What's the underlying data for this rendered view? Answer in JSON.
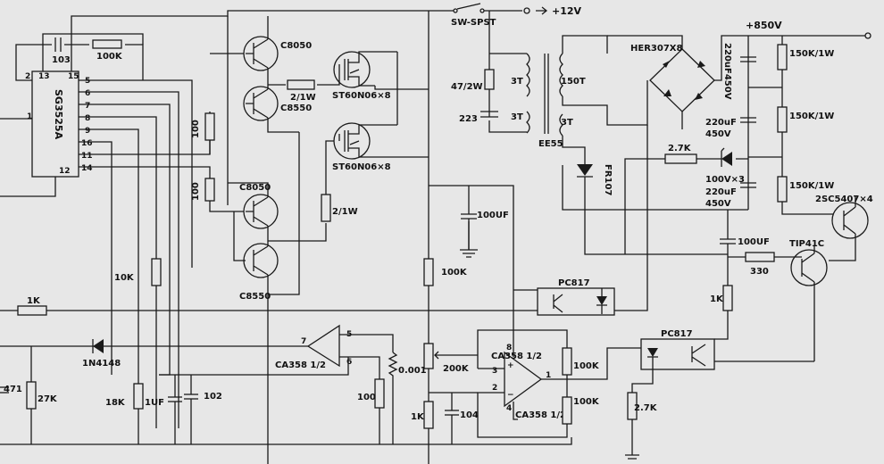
{
  "supply": {
    "v12": "+12V",
    "v850": "+850V",
    "switch": "SW-SPST"
  },
  "ic": {
    "name": "SG3525A",
    "pins": [
      "2",
      "13",
      "15",
      "1",
      "5",
      "6",
      "7",
      "8",
      "9",
      "16",
      "11",
      "14",
      "12"
    ]
  },
  "res": {
    "r100k_top": "100K",
    "r100_a": "100",
    "r100_b": "100",
    "r2w_a": "2/1W",
    "r2w_b": "2/1W",
    "r47": "47/2W",
    "r10k": "10K",
    "r1k_left": "1K",
    "r27k": "27K",
    "r18k": "18K",
    "r100_fb": "100",
    "r0001": "0.001",
    "r100k_div": "100K",
    "r200k": "200K",
    "r1k_div": "1K",
    "r100k_op1": "100K",
    "r100k_op2": "100K",
    "r27k_opto": "2.7K",
    "r27k_fb": "2.7K",
    "r150k_1": "150K/1W",
    "r150k_2": "150K/1W",
    "r150k_3": "150K/1W",
    "r1k_tip": "1K",
    "r330": "330"
  },
  "caps": {
    "c103": "103",
    "c223": "223",
    "c471": "471",
    "c1uf": "1UF",
    "c102": "102",
    "c104": "104",
    "c100uf_a": "100UF",
    "c100uf_b": "100UF",
    "c220_1": "220uF450V",
    "c220_2a": "220uF",
    "c220_2b": "450V",
    "c220_3a": "220uF",
    "c220_3b": "450V"
  },
  "transistors": {
    "q1": "C8050",
    "q2": "C8550",
    "q3": "C8050",
    "q4": "C8550",
    "mos1": "ST60N06×8",
    "mos2": "ST60N06×8",
    "tip": "TIP41C",
    "hv": "2SC5407×4"
  },
  "diodes": {
    "d1": "1N4148",
    "d2": "FR107",
    "d3": "100V×3",
    "bridge": "HER307X8"
  },
  "transformer": {
    "p1": "3T",
    "p2": "3T",
    "s1": "150T",
    "s2": "3T",
    "core": "EE55"
  },
  "opamps": {
    "a": "CA358 1/2",
    "b": "CA358 1/2",
    "pins_a": [
      "7",
      "5",
      "6"
    ],
    "pins_b": [
      "8",
      "3",
      "2",
      "4",
      "1"
    ]
  },
  "optos": {
    "o1": "PC817",
    "o2": "PC817"
  }
}
